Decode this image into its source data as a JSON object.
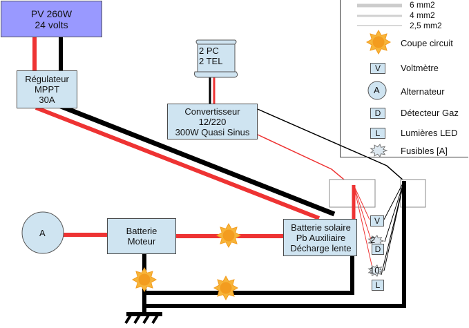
{
  "pv": {
    "line1": "PV 260W",
    "line2": "24 volts"
  },
  "regulateur": {
    "line1": "Régulateur",
    "line2": "MPPT",
    "line3": "30A"
  },
  "scroll": {
    "line1": "2 PC",
    "line2": "2 TEL"
  },
  "convertisseur": {
    "line1": "Convertisseur",
    "line2": "12/220",
    "line3": "300W Quasi Sinus"
  },
  "alternateur_node": {
    "label": "A"
  },
  "batterie_moteur": {
    "line1": "Batterie",
    "line2": "Moteur"
  },
  "batterie_solaire": {
    "line1": "Batterie solaire",
    "line2": "Pb Auxiliaire",
    "line3": "Décharge lente"
  },
  "panel": {
    "v": "V",
    "d": "D",
    "l": "L",
    "fuse_2": "2",
    "fuse_10": "10"
  },
  "legend": {
    "wire_6": "6    mm2",
    "wire_4": "4    mm2",
    "wire_25": "2,5 mm2",
    "coupe_circuit": "Coupe circuit",
    "voltmetre_sym": "V",
    "voltmetre": "Voltmètre",
    "alternateur_sym": "A",
    "alternateur": "Alternateur",
    "detecteur_sym": "D",
    "detecteur": "Détecteur Gaz",
    "lumieres_sym": "L",
    "lumieres": "Lumières LED",
    "fusibles": "Fusibles [A]"
  },
  "colors": {
    "positive": "#ee3333",
    "negative": "#000000",
    "box_fill": "#cfe4f1",
    "pv_fill": "#9999ff",
    "breaker": "#f39c1f"
  }
}
